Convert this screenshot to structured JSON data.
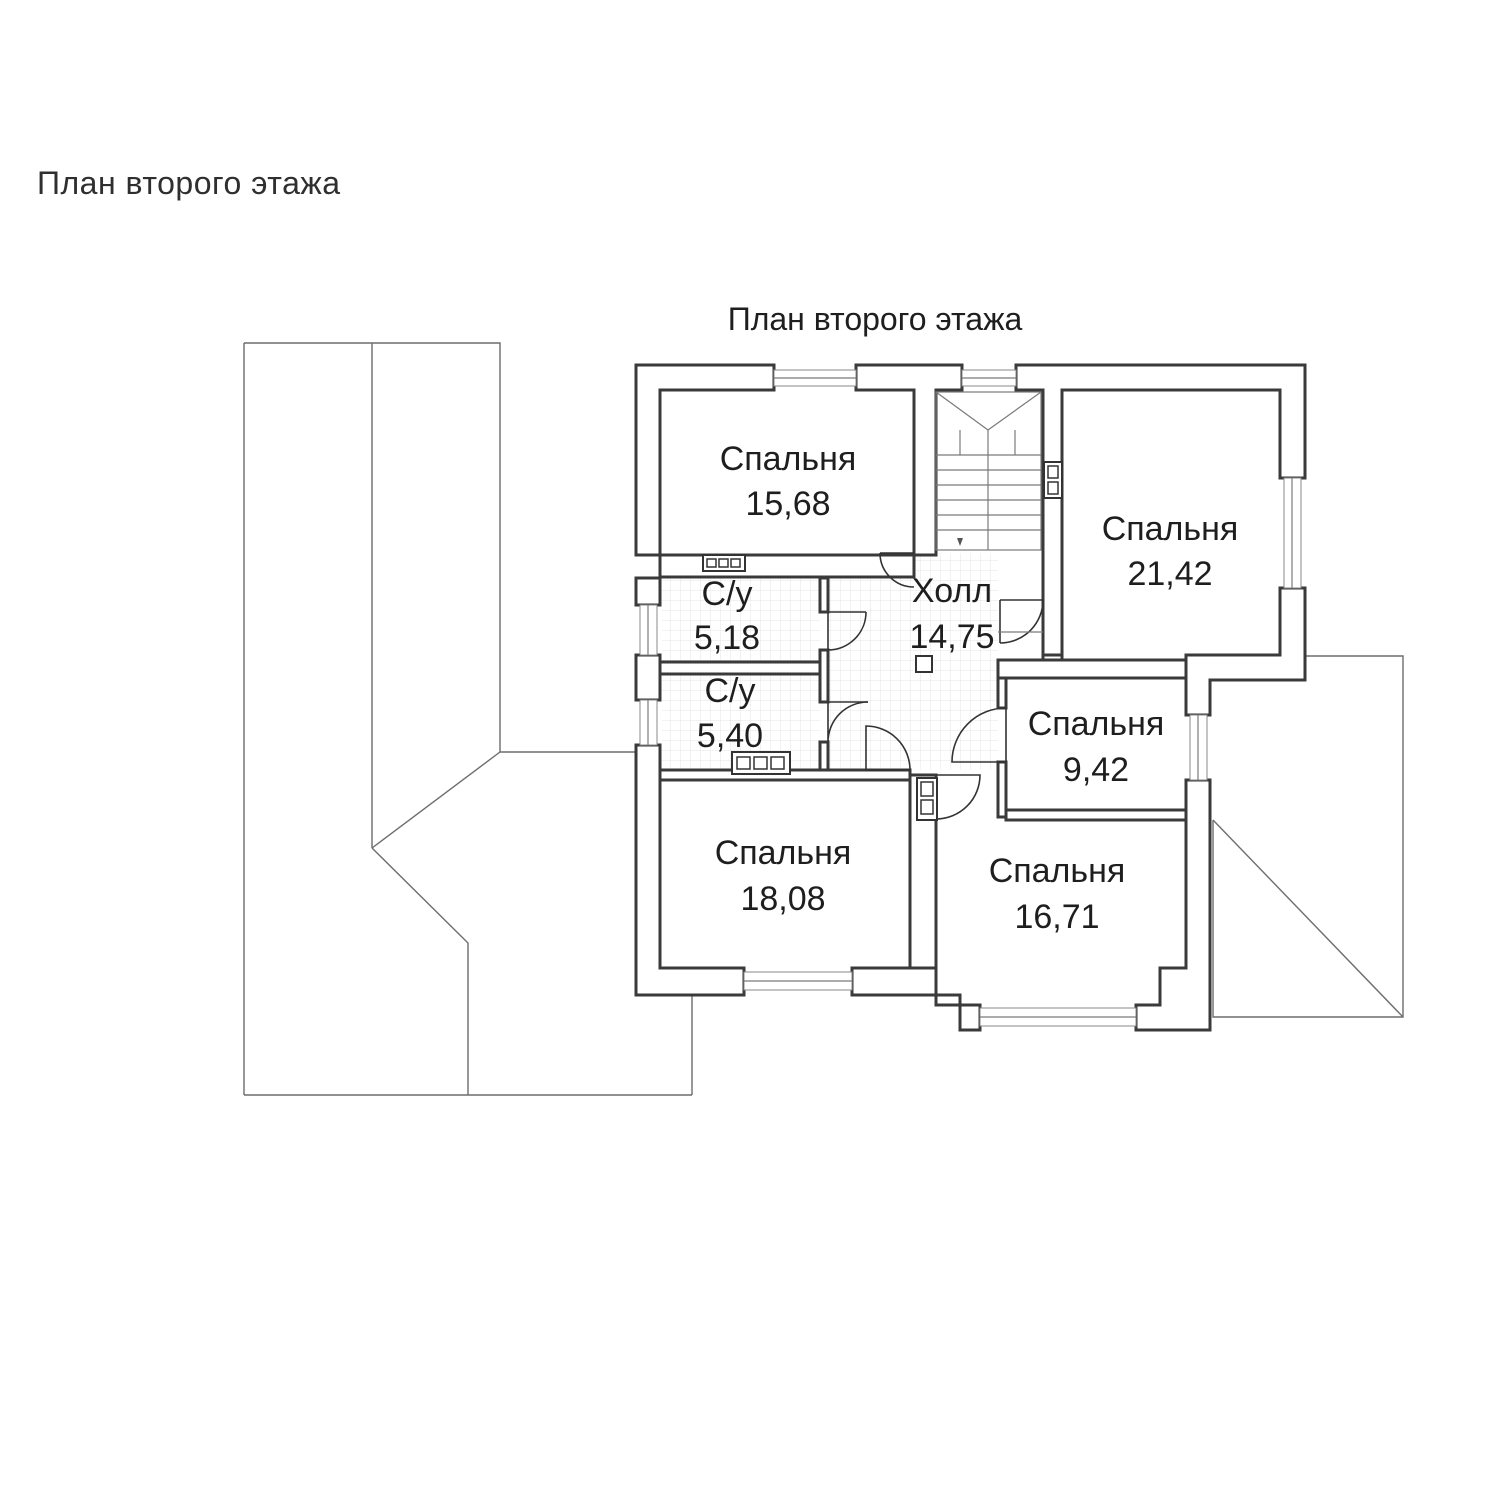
{
  "page_title": "План второго этажа",
  "plan_title": "План второго этажа",
  "rooms": [
    {
      "name": "Спальня",
      "area": "15,68"
    },
    {
      "name": "Спальня",
      "area": "21,42"
    },
    {
      "name": "С/у",
      "area": "5,18"
    },
    {
      "name": "Холл",
      "area": "14,75"
    },
    {
      "name": "С/у",
      "area": "5,40"
    },
    {
      "name": "Спальня",
      "area": "9,42"
    },
    {
      "name": "Спальня",
      "area": "18,08"
    },
    {
      "name": "Спальня",
      "area": "16,71"
    }
  ],
  "colors": {
    "wall": "#3a3a3a",
    "roof": "#6d6d6d",
    "tile_grid": "#d9d9d9"
  }
}
